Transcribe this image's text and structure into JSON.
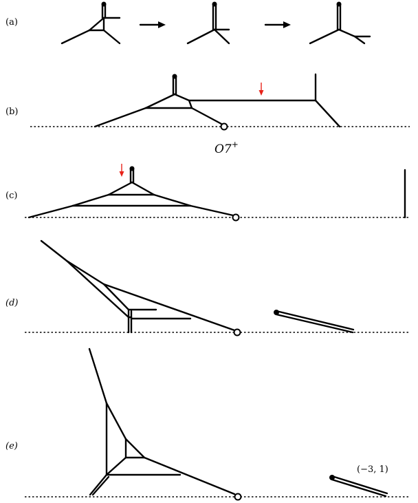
{
  "panels": {
    "a": {
      "label": "(a)"
    },
    "b": {
      "label": "(b)",
      "annotation": "O7",
      "annotation_sup": "+"
    },
    "c": {
      "label": "(c)"
    },
    "d": {
      "label": "(d)"
    },
    "e": {
      "label": "(e)",
      "coordinate": "(−3, 1)"
    }
  },
  "colors": {
    "lines": "#000000",
    "arrow": "#e8231a"
  }
}
